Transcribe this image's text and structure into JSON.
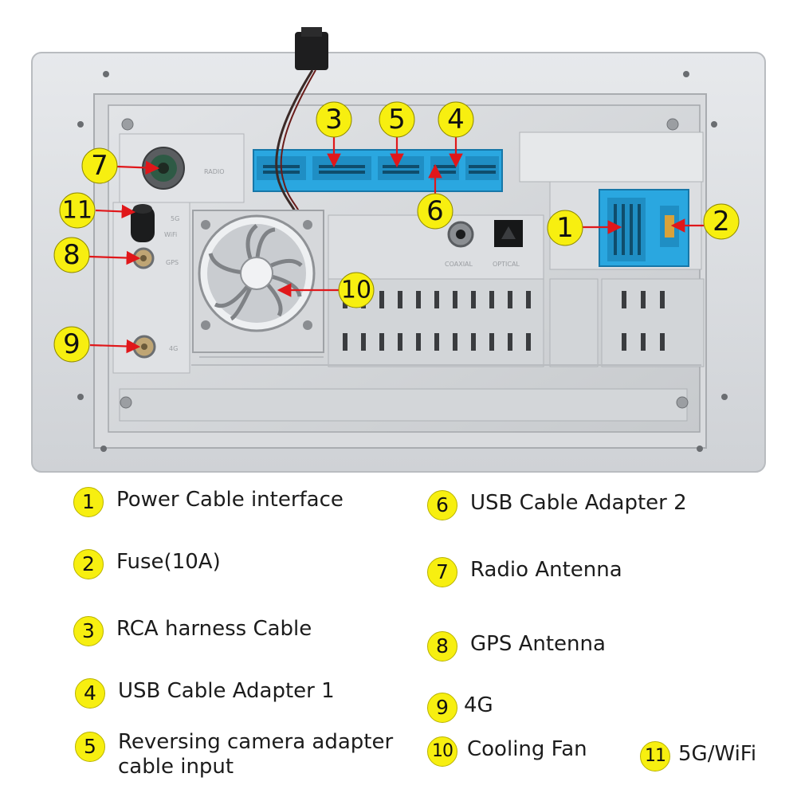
{
  "theme": {
    "badge_color": "#f7ef10",
    "connector_blue": "#2aa7e0",
    "arrow_red": "#e0171a",
    "panel_silver": "#dcdee0"
  },
  "panel": {
    "silk_labels": {
      "radio": "RADIO",
      "wifi_top": "5G",
      "wifi_bottom": "WiFi",
      "gps": "GPS",
      "lte": "4G",
      "coaxial": "COAXIAL",
      "optical": "OPTICAL"
    }
  },
  "callouts": [
    "1",
    "2",
    "3",
    "4",
    "5",
    "6",
    "7",
    "8",
    "9",
    "10",
    "11"
  ],
  "legend": [
    {
      "num": "1",
      "text": "Power Cable interface"
    },
    {
      "num": "2",
      "text": "Fuse(10A)"
    },
    {
      "num": "3",
      "text": "RCA harness Cable"
    },
    {
      "num": "4",
      "text": "USB Cable Adapter 1"
    },
    {
      "num": "5",
      "text": "Reversing camera adapter cable input"
    },
    {
      "num": "6",
      "text": "USB Cable Adapter 2"
    },
    {
      "num": "7",
      "text": "Radio Antenna"
    },
    {
      "num": "8",
      "text": "GPS Antenna"
    },
    {
      "num": "9",
      "text": "4G"
    },
    {
      "num": "10",
      "text": "Cooling Fan"
    },
    {
      "num": "11",
      "text": "5G/WiFi"
    }
  ]
}
